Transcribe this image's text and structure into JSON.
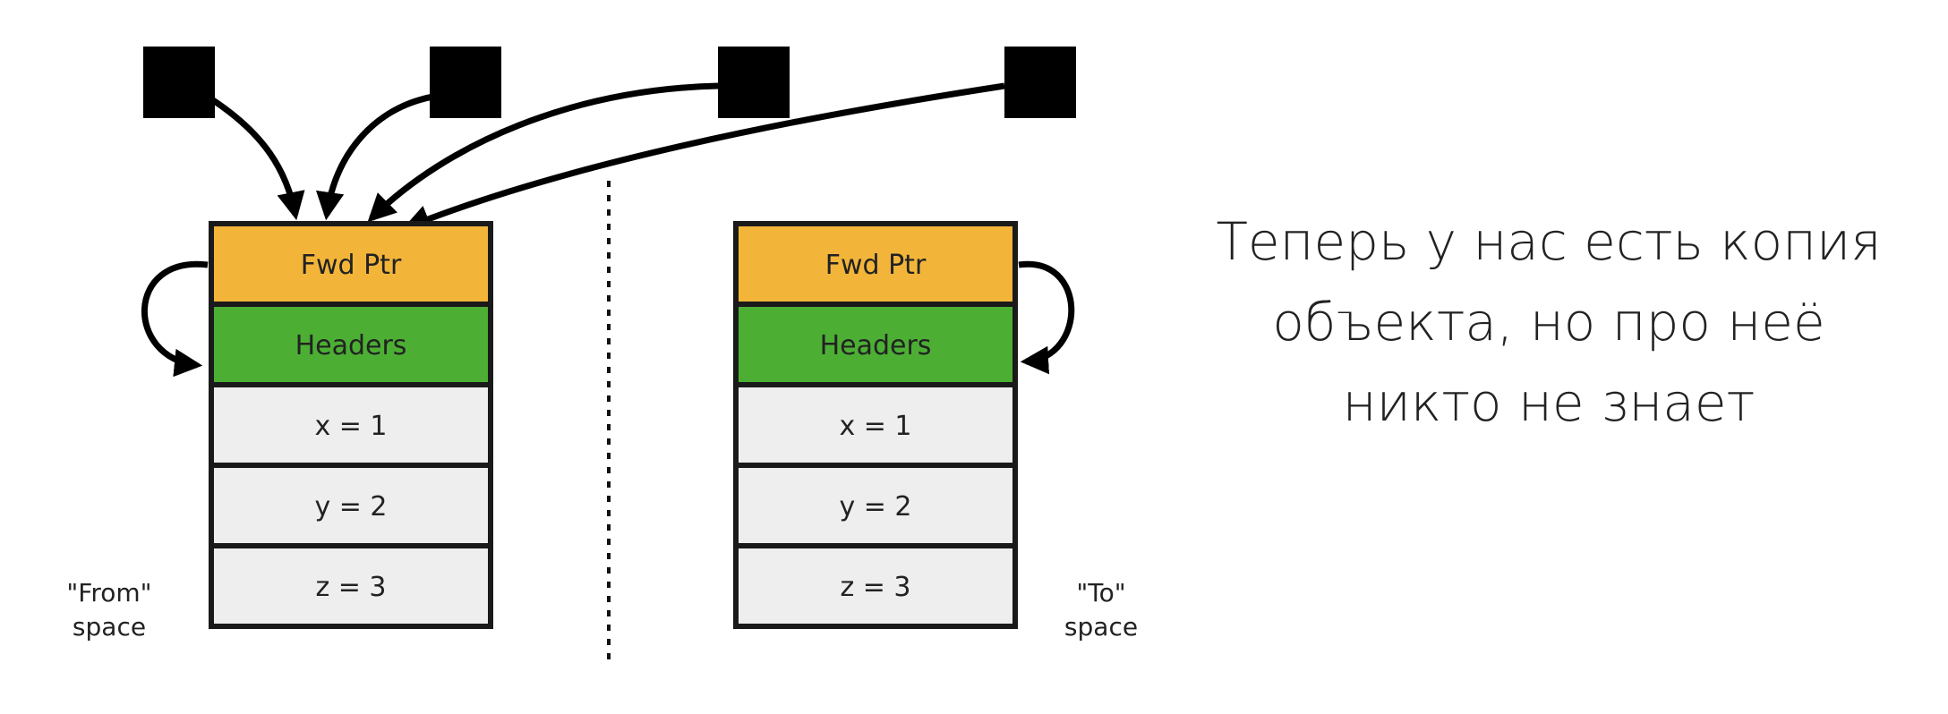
{
  "diagram": {
    "from_space": {
      "label_line1": "\"From\"",
      "label_line2": "space",
      "cells": [
        "Fwd Ptr",
        "Headers",
        "x = 1",
        "y = 2",
        "z = 3"
      ]
    },
    "to_space": {
      "label_line1": "\"To\"",
      "label_line2": "space",
      "cells": [
        "Fwd Ptr",
        "Headers",
        "x = 1",
        "y = 2",
        "z = 3"
      ]
    },
    "cell_colors": [
      "#f2b53a",
      "#4caf34",
      "#eeeeee",
      "#eeeeee",
      "#eeeeee"
    ],
    "root_count": 4
  },
  "caption": {
    "line1": "Теперь у нас есть копия",
    "line2": "объекта, но про неё",
    "line3": "никто не знает"
  }
}
